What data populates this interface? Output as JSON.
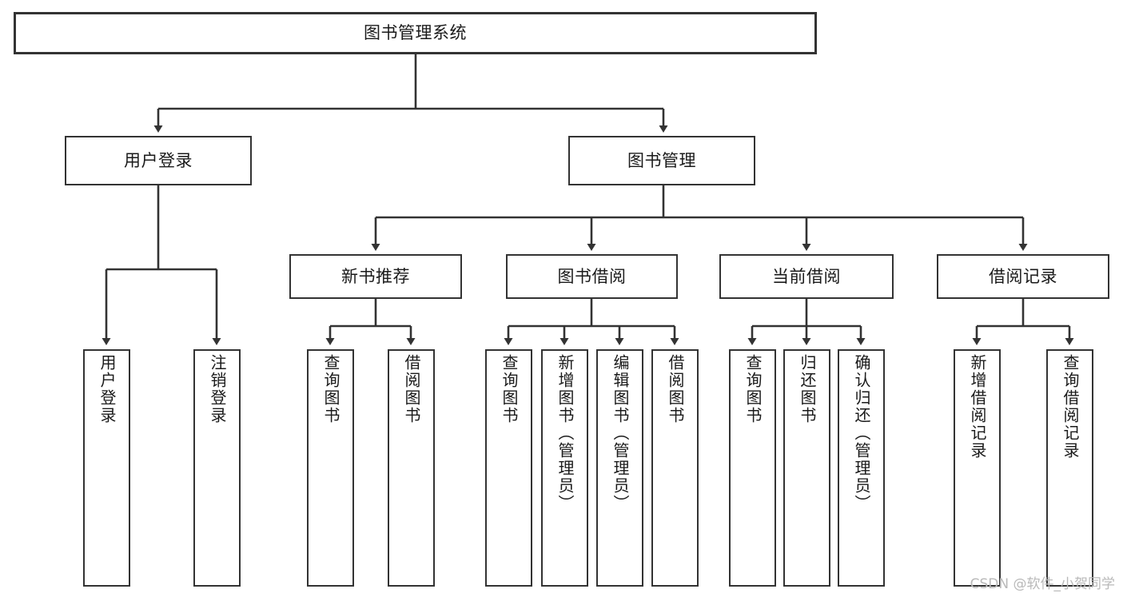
{
  "diagram": {
    "title": "图书管理系统",
    "watermark": "CSDN @软件_小贺同学",
    "stroke_color": "#333333",
    "fill_color": "#ffffff",
    "text_color": "#1a1a1a",
    "watermark_color": "#b9b9b9"
  },
  "nodes": {
    "root": {
      "label": "图书管理系统"
    },
    "level2": [
      {
        "label": "用户登录"
      },
      {
        "label": "图书管理"
      }
    ],
    "level3": [
      {
        "label": "新书推荐"
      },
      {
        "label": "图书借阅"
      },
      {
        "label": "当前借阅"
      },
      {
        "label": "借阅记录"
      }
    ],
    "leaves": [
      {
        "label": "用户登录"
      },
      {
        "label": "注销登录"
      },
      {
        "label": "查询图书"
      },
      {
        "label": "借阅图书"
      },
      {
        "label": "查询图书"
      },
      {
        "label": "新增图书（管理员）"
      },
      {
        "label": "编辑图书（管理员）"
      },
      {
        "label": "借阅图书"
      },
      {
        "label": "查询图书"
      },
      {
        "label": "归还图书"
      },
      {
        "label": "确认归还（管理员）"
      },
      {
        "label": "新增借阅记录"
      },
      {
        "label": "查询借阅记录"
      }
    ]
  }
}
